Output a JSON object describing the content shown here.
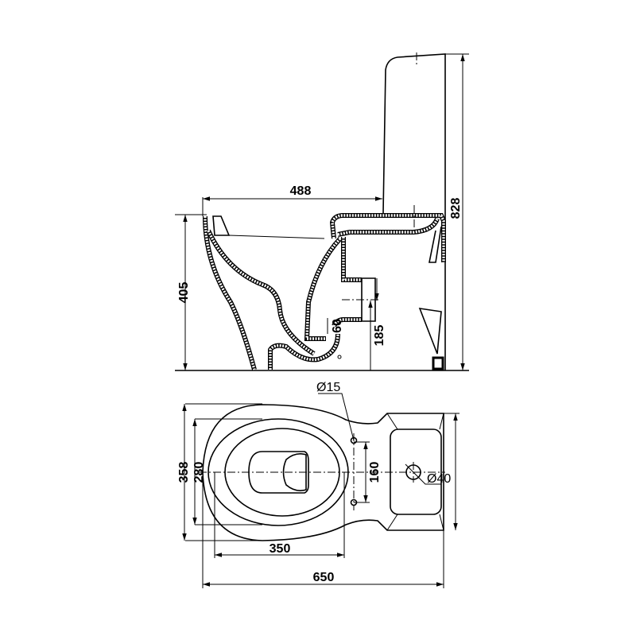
{
  "side_view": {
    "dim_seat_depth": "488",
    "dim_rim_height": "405",
    "dim_total_height": "828",
    "dim_outlet_height": "185",
    "dim_outlet_diameter_offset": "60"
  },
  "plan_view": {
    "dim_bolt_hole": "Ø15",
    "dim_outer_width": "358",
    "dim_inner_width": "280",
    "dim_bolt_spacing": "160",
    "dim_flush_hole": "Ø40",
    "dim_bowl_length": "350",
    "dim_total_length": "650"
  },
  "colors": {
    "line": "#000000",
    "background": "#ffffff"
  }
}
